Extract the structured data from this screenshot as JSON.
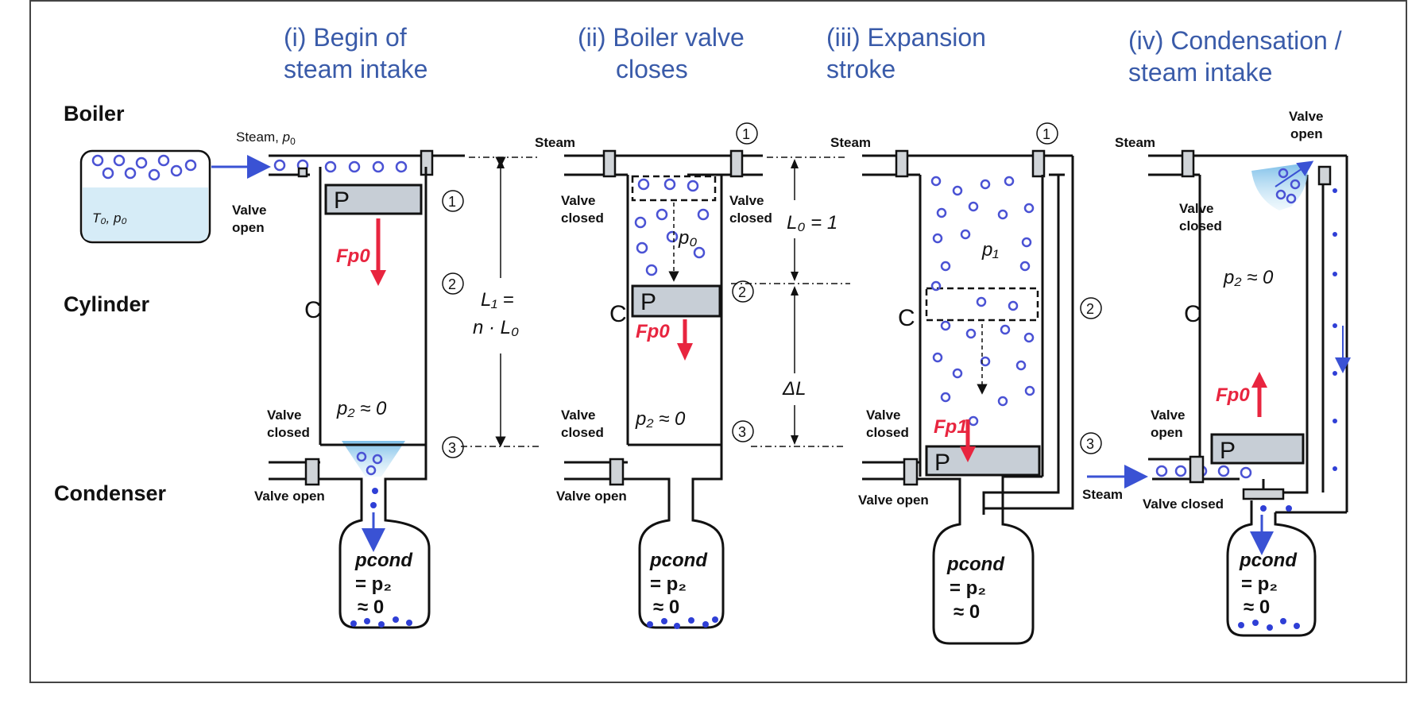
{
  "panels": [
    {
      "title_line1": "(i) Begin of",
      "title_line2": "steam intake"
    },
    {
      "title_line1": "(ii) Boiler valve",
      "title_line2": "closes"
    },
    {
      "title_line1": "(iii) Expansion",
      "title_line2": "stroke"
    },
    {
      "title_line1": "(iv) Condensation /",
      "title_line2": "steam intake"
    }
  ],
  "rows": {
    "boiler": "Boiler",
    "cylinder": "Cylinder",
    "condenser": "Condenser"
  },
  "labels": {
    "steam": "Steam",
    "steam_p0": "Steam,",
    "p0_sym": "p",
    "p0_sub": "0",
    "boiler_state": "T₀, p₀",
    "valve_open": "Valve open",
    "valve_closed": "Valve closed",
    "valve": "Valve",
    "open": "open",
    "closed": "closed",
    "piston": "P",
    "cylinder_mark": "C",
    "p2_zero": "p₂ ≈ 0",
    "p0": "p₀",
    "p1": "p₁",
    "force_p0": "Fp0",
    "force_p1": "Fp1",
    "L1_line1": "L₁ =",
    "L1_line2": "n · L₀",
    "L0": "L₀ = 1",
    "deltaL": "ΔL",
    "pcond": "pcond",
    "eq_p2": "= p₂",
    "approx0": "≈ 0",
    "pos1": "1",
    "pos2": "2",
    "pos3": "3"
  },
  "colors": {
    "title": "#3a5ba9",
    "force": "#e8253f",
    "bubble": "#4a52d4",
    "water": "#d6ecf7",
    "piston": "#c7ced6"
  }
}
